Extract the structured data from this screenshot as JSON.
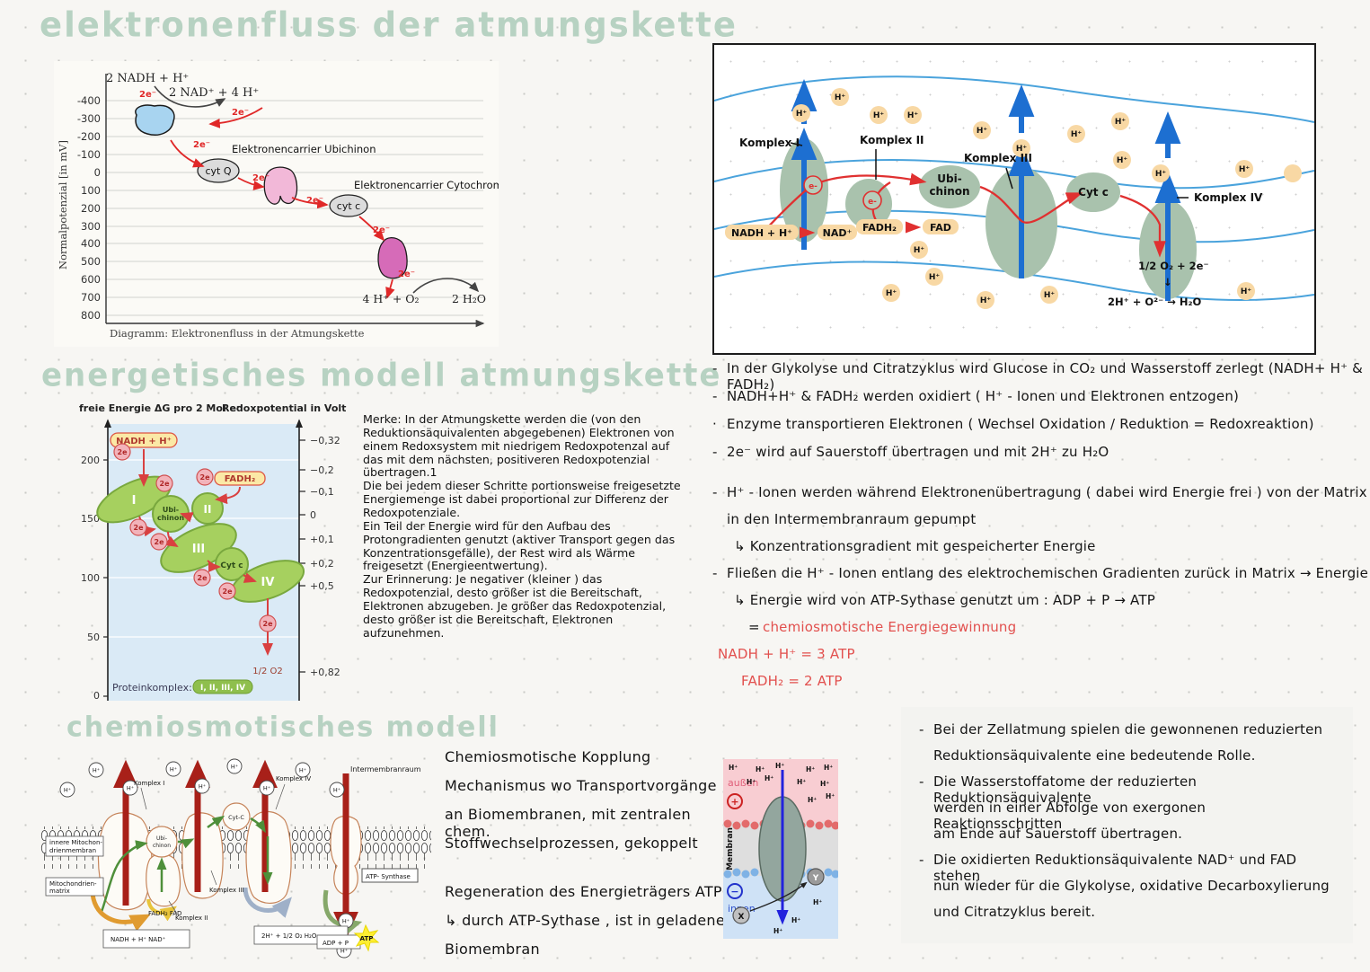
{
  "titles": {
    "flow": "elektronenfluss der atmungskette",
    "energy": "energetisches modell atmungskette",
    "chemi": "chemiosmotisches modell"
  },
  "flow_chart": {
    "y_label": "Normalpotenzial [in mV]",
    "ticks": [
      "-400",
      "-300",
      "-200",
      "-100",
      "0",
      "100",
      "200",
      "300",
      "400",
      "500",
      "600",
      "700",
      "800"
    ],
    "nadh": "2  NADH + H⁺",
    "nad": "2 NAD⁺ + 4 H⁺",
    "e2": "2e⁻",
    "carrier_ubi": "Elektronencarrier  Ubichinon",
    "carrier_cyt": "Elektronencarrier  Cytochrom c",
    "cytq": "cyt Q",
    "cytc": "cyt c",
    "o2": "4 H⁺ + O₂",
    "h2o": "2 H₂O",
    "caption": "Diagramm: Elektronenfluss in der Atmungskette"
  },
  "membrane_chart": {
    "komplex1": "Komplex I",
    "komplex2": "Komplex II",
    "komplex3": "Komplex III",
    "komplex4": "Komplex IV",
    "ubi1": "Ubi-",
    "ubi2": "chinon",
    "cytc": "Cyt c",
    "hplus": "H⁺",
    "eminus": "e-",
    "nadh": "NADH + H⁺",
    "nad": "NAD⁺",
    "fadh2": "FADH₂",
    "fad": "FAD",
    "o2_line1": "1/2 O₂ + 2e⁻",
    "o2_arrow": "↓",
    "o2_line2": "2H⁺  +  O²⁻   →   H₂O"
  },
  "notes_right": {
    "lines1": [
      {
        "b": "-",
        "t": "In der Glykolyse und Citratzyklus wird Glucose in CO₂ und Wasserstoff zerlegt (NADH+ H⁺ & FADH₂)"
      },
      {
        "b": "-",
        "t": "NADH+H⁺ & FADH₂ werden oxidiert  ( H⁺ - Ionen und Elektronen entzogen)"
      },
      {
        "b": "·",
        "t": "Enzyme transportieren Elektronen  ( Wechsel Oxidation / Reduktion = Redoxreaktion)"
      },
      {
        "b": "-",
        "t": "2e⁻ wird auf Sauerstoff übertragen und mit 2H⁺ zu H₂O"
      }
    ],
    "lines2": [
      {
        "b": "-",
        "t": "H⁺ - Ionen werden während Elektronenübertragung ( dabei wird Energie frei ) von der Matrix"
      },
      {
        "b": "",
        "t": "in den Intermembranraum  gepumpt"
      },
      {
        "b": "",
        "t": "↳ Konzentrationsgradient  mit gespeicherter Energie"
      },
      {
        "b": "-",
        "t": "Fließen die H⁺ - Ionen entlang des elektrochemischen Gradienten zurück in Matrix → Energie"
      },
      {
        "b": "",
        "t": "↳ Energie wird von ATP-Sythase genutzt um : ADP + P → ATP"
      }
    ],
    "eq_prefix": "=",
    "eq_text": "chemiosmotische  Energiegewinnung",
    "atp1": "NADH + H⁺  =  3 ATP",
    "atp2": "FADH₂  =  2 ATP"
  },
  "energy_chart": {
    "left_axis": "freie Energie ΔG pro 2 Mol e⁻",
    "right_axis": "Redoxpotential in Volt",
    "left_ticks": [
      "200",
      "150",
      "100",
      "50",
      "0"
    ],
    "right_ticks": [
      "−0,32",
      "−0,2",
      "−0,1",
      "0",
      "+0,1",
      "+0,2",
      "+0,5",
      "+0,82"
    ],
    "nadh": "NADH + H⁺",
    "fadh2": "FADH₂",
    "e2": "2e",
    "c1": "I",
    "c2": "II",
    "c3": "III",
    "c4": "IV",
    "ubi1": "Ubi-",
    "ubi2": "chinon",
    "cytc": "Cyt c",
    "o2": "1/2 O2",
    "legend_label": "Proteinkomplex:",
    "legend_value": "I, II, III, IV"
  },
  "merke": {
    "text": "Merke: In der Atmungskette werden die (von den\nReduktionsäquivalenten abgegebenen) Elektronen von\neinem Redoxsystem mit niedrigem Redoxpotenzal auf\ndas mit dem nächsten, positiveren Redoxpotenzial\nübertragen.1\nDie bei jedem dieser Schritte portionsweise freigesetzte\nEnergiemenge ist dabei proportional zur Differenz der\nRedoxpotenziale.\nEin Teil der Energie wird für den Aufbau des\nProtongradienten genutzt (aktiver Transport gegen das\nKonzentrationsgefälle), der Rest wird als Wärme\nfreigesetzt (Energieentwertung).\nZur Erinnerung: Je negativer (kleiner ) das\nRedoxpotenzial, desto größer ist die Bereitschaft,\nElektronen abzugeben. Je größer das Redoxpotenzial,\ndesto größer ist die Bereitschaft, Elektronen\naufzunehmen."
  },
  "chemi_text": {
    "lines": [
      "Chemiosmotische  Kopplung",
      "Mechanismus  wo  Transportvorgänge",
      "an  Biomembranen, mit  zentralen  chem.",
      "Stoffwechselprozessen,  gekoppelt"
    ],
    "lines2": [
      "Regeneration  des  Energieträgers  ATP",
      "↳ durch  ATP-Sythase , ist in  geladene",
      "Biomembran"
    ]
  },
  "chemi_diagram": {
    "intermembranraum": "Intermembranraum",
    "komplex1": "Komplex I",
    "komplex2": "Komplex II",
    "komplex3": "Komplex III",
    "komplex4": "Komplex IV",
    "ubi1": "Ubi-",
    "ubi2": "chinon",
    "cytc": "Cyt-C",
    "mem1": "innere Mitochon-",
    "mem2": "drienmembran",
    "mat1": "Mitochondrien-",
    "mat2": "matrix",
    "nadh_box": "NADH + H⁺      NAD⁺",
    "fadh": "FADH₂  FAD",
    "water_box": "2H⁺ + 1/2 O₂        H₂O",
    "atp_synthase": "ATP- Synthase",
    "adp": "ADP + P",
    "atp": "ATP",
    "hplus": "H⁺"
  },
  "pump_figure": {
    "aussen": "außen",
    "innen": "innen",
    "membran": "Membran",
    "plus": "+",
    "minus": "−",
    "x": "X",
    "y": "Y",
    "hplus": "H⁺"
  },
  "zellatmung": {
    "lines": [
      {
        "b": "-",
        "t": "Bei der Zellatmung spielen die gewonnenen reduzierten"
      },
      {
        "b": "",
        "t": "Reduktionsäquivalente eine bedeutende Rolle."
      },
      {
        "b": "-",
        "t": "Die Wasserstoffatome der reduzierten Reduktionsäquivalente"
      },
      {
        "b": "",
        "t": "werden in einer Abfolge von exergonen Reaktionsschritten"
      },
      {
        "b": "",
        "t": "am Ende auf Sauerstoff übertragen."
      },
      {
        "b": "-",
        "t": "Die oxidierten Reduktionsäquivalente NAD⁺ und FAD stehen"
      },
      {
        "b": "",
        "t": "nun wieder für die Glykolyse, oxidative Decarboxylierung"
      },
      {
        "b": "",
        "t": "und Citratzyklus bereit."
      }
    ]
  },
  "chart_data": [
    {
      "type": "line",
      "title": "Elektronenfluss in der Atmungskette",
      "ylabel": "Normalpotenzial [in mV]",
      "ylim": [
        -400,
        800
      ],
      "points": [
        {
          "label": "NADH/NAD⁺",
          "mV": -320
        },
        {
          "label": "Ubichinon (cyt Q)",
          "mV": 0
        },
        {
          "label": "Cytochrom c (cyt c)",
          "mV": 220
        },
        {
          "label": "O₂ / H₂O",
          "mV": 700
        }
      ]
    },
    {
      "type": "line",
      "title": "energetisches modell atmungskette",
      "xlabel": "freie Energie ΔG pro 2 Mol e⁻",
      "ylabel": "Redoxpotential in Volt",
      "right_ticks": [
        -0.32,
        -0.2,
        -0.1,
        0,
        0.1,
        0.2,
        0.5,
        0.82
      ],
      "left_ticks": [
        200,
        150,
        100,
        50,
        0
      ],
      "stations": [
        "NADH + H⁺",
        "I",
        "Ubi-chinon",
        "II (FADH₂)",
        "III",
        "Cyt c",
        "IV",
        "1/2 O2"
      ]
    }
  ],
  "colors": {
    "title_mint": "#b7d2c2",
    "red_ink": "#e2504e",
    "membrane_green": "#a9c2ad",
    "proton_orange": "#f8d8a4",
    "arrow_blue": "#1d6fd1",
    "energy_green": "#a6d05f",
    "energy_bg": "#daeaf6"
  }
}
